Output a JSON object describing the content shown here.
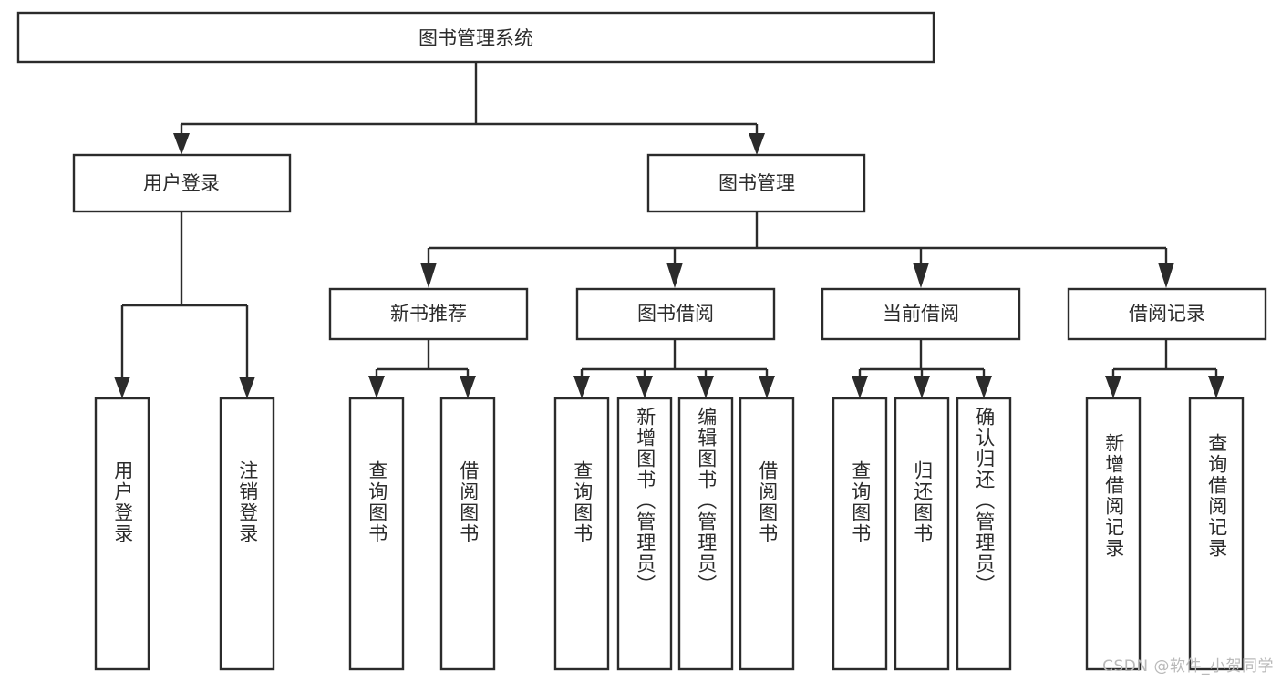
{
  "diagram": {
    "title_node": {
      "label": "图书管理系统"
    },
    "level2": [
      {
        "id": "user-login",
        "label": "用户登录"
      },
      {
        "id": "book-manage",
        "label": "图书管理"
      }
    ],
    "level3": [
      {
        "id": "new-book-recommend",
        "label": "新书推荐"
      },
      {
        "id": "book-borrow",
        "label": "图书借阅"
      },
      {
        "id": "current-borrow",
        "label": "当前借阅"
      },
      {
        "id": "borrow-record",
        "label": "借阅记录"
      }
    ],
    "leaves": [
      {
        "id": "leaf-user-login",
        "label": "用户登录",
        "parent": "user-login"
      },
      {
        "id": "leaf-logout-login",
        "label": "注销登录",
        "parent": "user-login"
      },
      {
        "id": "leaf-query-book-1",
        "label": "查询图书",
        "parent": "new-book-recommend"
      },
      {
        "id": "leaf-borrow-book-1",
        "label": "借阅图书",
        "parent": "new-book-recommend"
      },
      {
        "id": "leaf-query-book-2",
        "label": "查询图书",
        "parent": "book-borrow"
      },
      {
        "id": "leaf-add-book",
        "label": "新增图书（管理员）",
        "parent": "book-borrow"
      },
      {
        "id": "leaf-edit-book",
        "label": "编辑图书（管理员）",
        "parent": "book-borrow"
      },
      {
        "id": "leaf-borrow-book-2",
        "label": "借阅图书",
        "parent": "book-borrow"
      },
      {
        "id": "leaf-query-book-3",
        "label": "查询图书",
        "parent": "current-borrow"
      },
      {
        "id": "leaf-return-book",
        "label": "归还图书",
        "parent": "current-borrow"
      },
      {
        "id": "leaf-confirm-return",
        "label": "确认归还（管理员）",
        "parent": "current-borrow"
      },
      {
        "id": "leaf-add-record",
        "label": "新增借阅记录",
        "parent": "borrow-record"
      },
      {
        "id": "leaf-query-record",
        "label": "查询借阅记录",
        "parent": "borrow-record"
      }
    ],
    "watermark": "CSDN @软件_小贺同学",
    "colors": {
      "stroke": "#2b2b2b",
      "fill": "#ffffff",
      "text": "#2b2b2b",
      "watermark": "#b9b9b9",
      "background": "#ffffff"
    }
  }
}
